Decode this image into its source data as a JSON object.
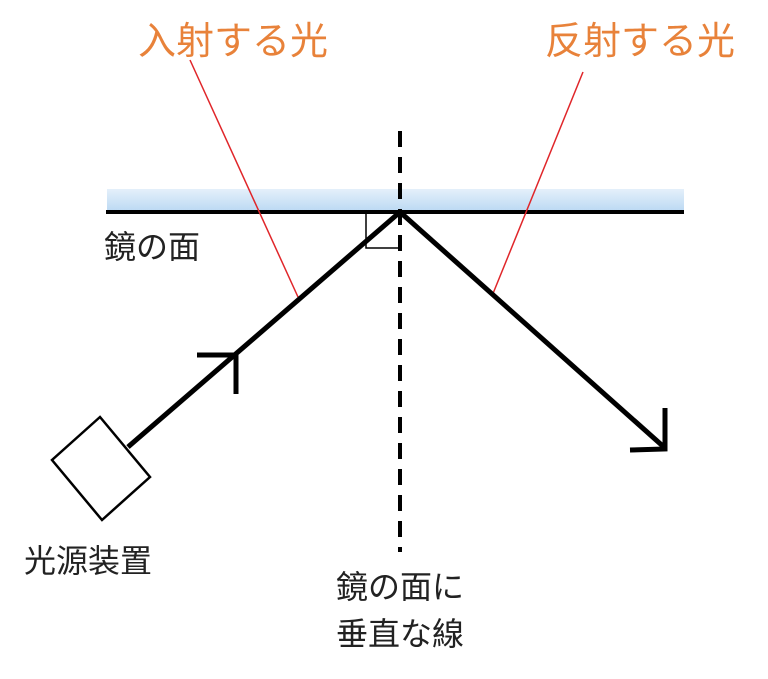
{
  "labels": {
    "incident_light": "入射する光",
    "reflected_light": "反射する光",
    "mirror_surface": "鏡の面",
    "light_source": "光源装置",
    "normal_line_1": "鏡の面に",
    "normal_line_2": "垂直な線"
  },
  "colors": {
    "accent_label": "#e8823a",
    "leader_line": "#e0262a",
    "mirror_glass": "#bcd9f3",
    "ray": "#000000"
  }
}
